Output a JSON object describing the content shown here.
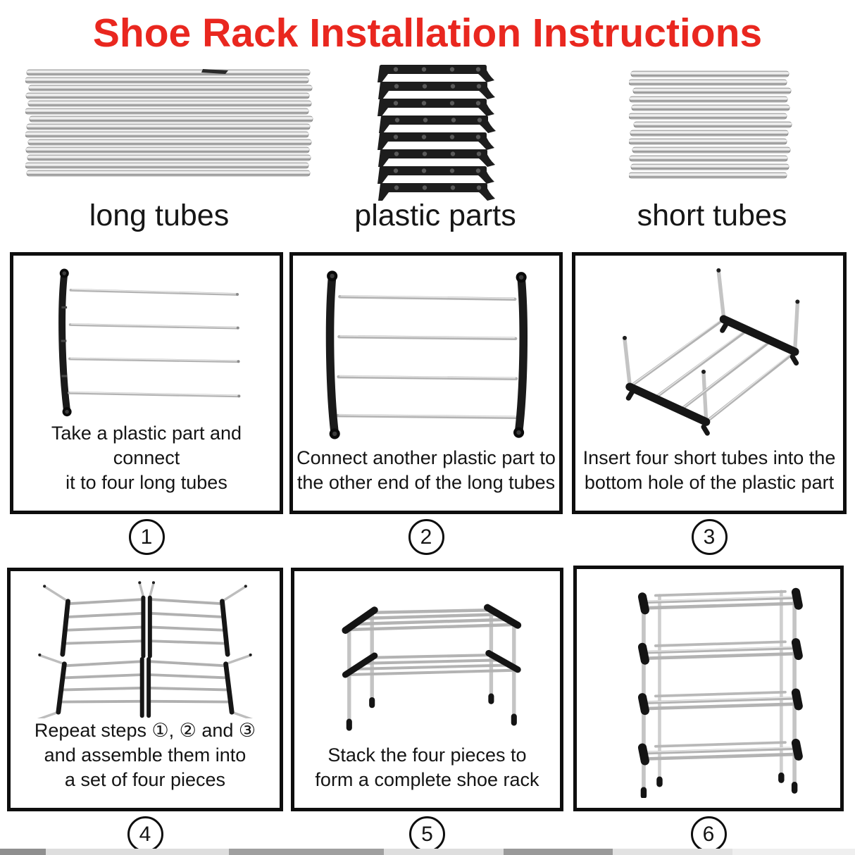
{
  "title": "Shoe Rack Installation Instructions",
  "colors": {
    "title_red": "#e9271f",
    "ink": "#111111",
    "plastic": "#1a1a1a",
    "tube": "#b3b3b3"
  },
  "parts": [
    {
      "name": "long-tubes",
      "label": "long tubes"
    },
    {
      "name": "plastic-parts",
      "label": "plastic parts"
    },
    {
      "name": "short-tubes",
      "label": "short tubes"
    }
  ],
  "steps": [
    {
      "number": "1",
      "caption": "Take a plastic part and connect\nit to four long tubes"
    },
    {
      "number": "2",
      "caption": "Connect another plastic part to\nthe other end of the long tubes"
    },
    {
      "number": "3",
      "caption": "Insert four short tubes into the\nbottom hole of the plastic part"
    },
    {
      "number": "4",
      "caption": "Repeat steps ①, ② and ③\nand assemble them into\na set of four pieces"
    },
    {
      "number": "5",
      "caption": "Stack the four pieces to\nform a complete shoe rack"
    },
    {
      "number": "6",
      "caption": ""
    }
  ]
}
